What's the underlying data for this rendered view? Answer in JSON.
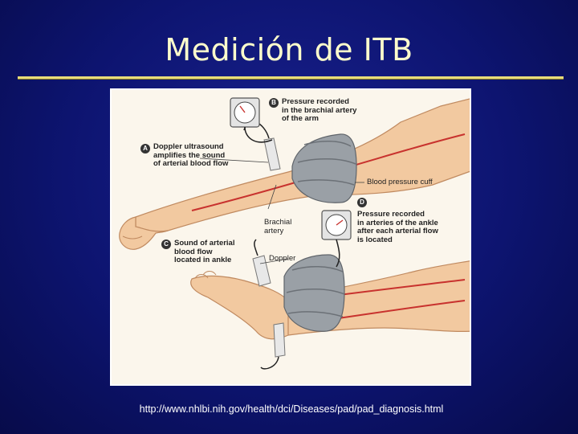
{
  "slide": {
    "title": "Medición de ITB",
    "source_url": "http://www.nhlbi.nih.gov/health/dci/Diseases/pad/pad_diagnosis.html"
  },
  "figure": {
    "callouts": [
      {
        "letter": "A",
        "text": "Doppler ultrasound\namplifies the sound\nof arterial blood flow"
      },
      {
        "letter": "B",
        "text": "Pressure recorded\nin the brachial artery\nof the arm"
      },
      {
        "letter": "C",
        "text": "Sound of arterial\nblood flow\nlocated in ankle"
      },
      {
        "letter": "D",
        "text": "Pressure recorded\nin arteries of the ankle\nafter each arterial flow\nis located"
      }
    ],
    "labels": {
      "cuff": "Blood pressure cuff",
      "brachial": "Brachial\nartery",
      "doppler": "Doppler"
    }
  },
  "colors": {
    "background": "#0d1470",
    "title": "#ffffcc",
    "rule": "#e8dc7a",
    "skin": "#f2c9a0",
    "artery": "#c8322e",
    "cuff": "#8f959c"
  }
}
